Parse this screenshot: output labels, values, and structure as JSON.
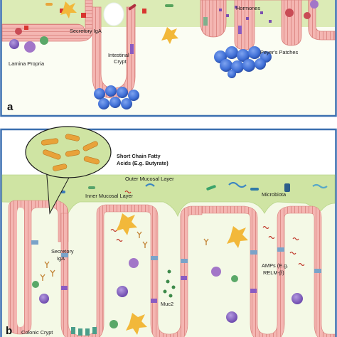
{
  "panel_a": {
    "letter": "a",
    "labels": {
      "secretory_iga": "Secretory IgA",
      "lamina_propria": "Lamina Propria",
      "intestinal_crypt_1": "Intestinal",
      "intestinal_crypt_2": "Crypt",
      "hormones": "Hormones",
      "peyers_patches": "Peyer's Patches"
    }
  },
  "panel_b": {
    "letter": "b",
    "labels": {
      "scfa_1": "Short Chain Fatty",
      "scfa_2": "Acids (E.g. Butyrate)",
      "outer_mucosal_layer": "Outer Mucosal Layer",
      "inner_mucosal_layer": "Inner Mucosal Layer",
      "microbiota": "Microbiota",
      "secretory_iga_1": "Secretory",
      "secretory_iga_2": "IgA",
      "amps_1": "AMPs (E.g.",
      "amps_2": "RELM-β)",
      "muc2": "Muc2",
      "colonic_crypt": "Colonic Crypt"
    }
  },
  "colors": {
    "border": "#3b6fb0",
    "mucus": "#cfe4a3",
    "lamina": "#f3f8e2",
    "epithelium": "#f4b6b2",
    "epithelium_line": "#d9807c",
    "immune_blue": "#3f6fd6",
    "macrophage": "#7b57b8",
    "dendritic": "#f2b83a"
  }
}
